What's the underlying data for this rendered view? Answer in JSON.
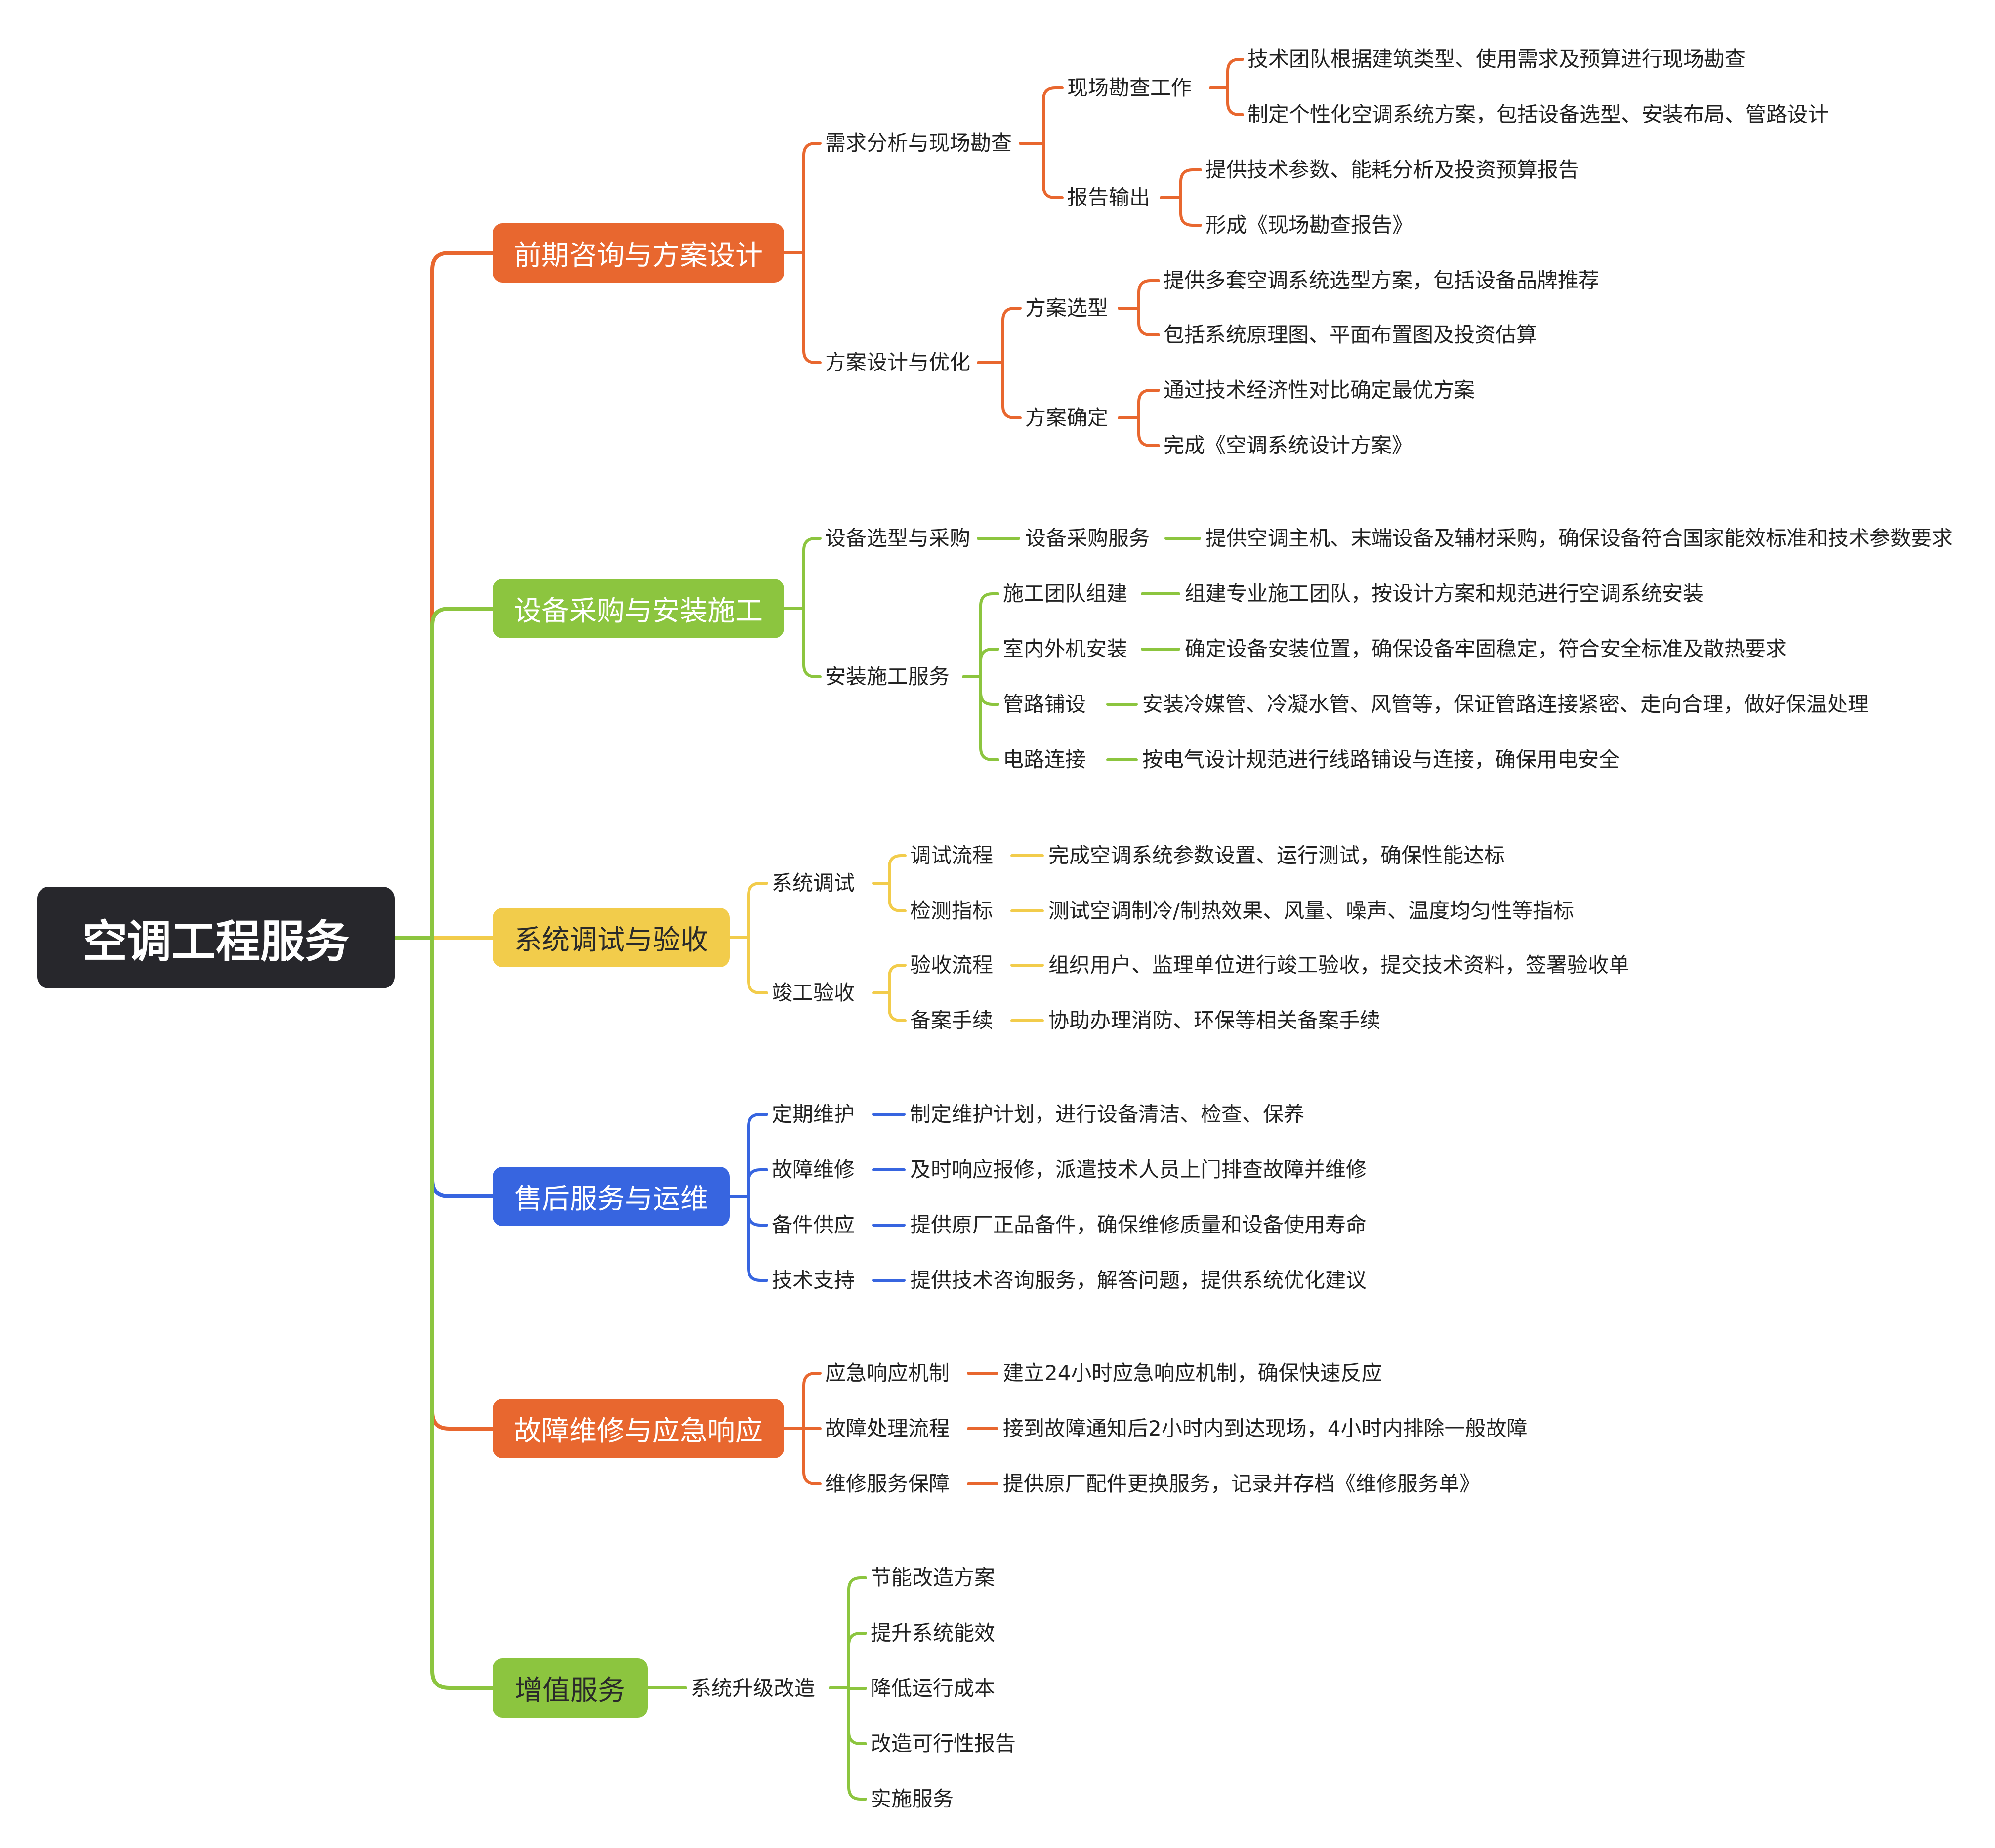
{
  "root": {
    "label": "空调工程服务",
    "color": "#27272c"
  },
  "colors": {
    "orange": "#e8672f",
    "green": "#8cc53f",
    "yellow": "#f2cc4b",
    "blue": "#3765e0"
  },
  "branches": [
    {
      "label": "前期咨询与方案设计",
      "color": "#e8672f",
      "children": [
        {
          "label": "需求分析与现场勘查",
          "children": [
            {
              "label": "现场勘查工作",
              "children": [
                "技术团队根据建筑类型、使用需求及预算进行现场勘查",
                "制定个性化空调系统方案，包括设备选型、安装布局、管路设计"
              ]
            },
            {
              "label": "报告输出",
              "children": [
                "提供技术参数、能耗分析及投资预算报告",
                "形成《现场勘查报告》"
              ]
            }
          ]
        },
        {
          "label": "方案设计与优化",
          "children": [
            {
              "label": "方案选型",
              "children": [
                "提供多套空调系统选型方案，包括设备品牌推荐",
                "包括系统原理图、平面布置图及投资估算"
              ]
            },
            {
              "label": "方案确定",
              "children": [
                "通过技术经济性对比确定最优方案",
                "完成《空调系统设计方案》"
              ]
            }
          ]
        }
      ]
    },
    {
      "label": "设备采购与安装施工",
      "color": "#8cc53f",
      "children": [
        {
          "label": "设备选型与采购",
          "children": [
            {
              "label": "设备采购服务",
              "children": [
                "提供空调主机、末端设备及辅材采购，确保设备符合国家能效标准和技术参数要求"
              ]
            }
          ]
        },
        {
          "label": "安装施工服务",
          "children": [
            {
              "label": "施工团队组建",
              "children": [
                "组建专业施工团队，按设计方案和规范进行空调系统安装"
              ]
            },
            {
              "label": "室内外机安装",
              "children": [
                "确定设备安装位置，确保设备牢固稳定，符合安全标准及散热要求"
              ]
            },
            {
              "label": "管路铺设",
              "children": [
                "安装冷媒管、冷凝水管、风管等，保证管路连接紧密、走向合理，做好保温处理"
              ]
            },
            {
              "label": "电路连接",
              "children": [
                "按电气设计规范进行线路铺设与连接，确保用电安全"
              ]
            }
          ]
        }
      ]
    },
    {
      "label": "系统调试与验收",
      "color": "#f2cc4b",
      "children": [
        {
          "label": "系统调试",
          "children": [
            {
              "label": "调试流程",
              "children": [
                "完成空调系统参数设置、运行测试，确保性能达标"
              ]
            },
            {
              "label": "检测指标",
              "children": [
                "测试空调制冷/制热效果、风量、噪声、温度均匀性等指标"
              ]
            }
          ]
        },
        {
          "label": "竣工验收",
          "children": [
            {
              "label": "验收流程",
              "children": [
                "组织用户、监理单位进行竣工验收，提交技术资料，签署验收单"
              ]
            },
            {
              "label": "备案手续",
              "children": [
                "协助办理消防、环保等相关备案手续"
              ]
            }
          ]
        }
      ]
    },
    {
      "label": "售后服务与运维",
      "color": "#3765e0",
      "children": [
        {
          "label": "定期维护",
          "children": [
            {
              "label": "制定维护计划，进行设备清洁、检查、保养"
            }
          ]
        },
        {
          "label": "故障维修",
          "children": [
            {
              "label": "及时响应报修，派遣技术人员上门排查故障并维修"
            }
          ]
        },
        {
          "label": "备件供应",
          "children": [
            {
              "label": "提供原厂正品备件，确保维修质量和设备使用寿命"
            }
          ]
        },
        {
          "label": "技术支持",
          "children": [
            {
              "label": "提供技术咨询服务，解答问题，提供系统优化建议"
            }
          ]
        }
      ]
    },
    {
      "label": "故障维修与应急响应",
      "color": "#e8672f",
      "children": [
        {
          "label": "应急响应机制",
          "children": [
            {
              "label": "建立24小时应急响应机制，确保快速反应"
            }
          ]
        },
        {
          "label": "故障处理流程",
          "children": [
            {
              "label": "接到故障通知后2小时内到达现场，4小时内排除一般故障"
            }
          ]
        },
        {
          "label": "维修服务保障",
          "children": [
            {
              "label": "提供原厂配件更换服务，记录并存档《维修服务单》"
            }
          ]
        }
      ]
    },
    {
      "label": "增值服务",
      "color": "#8cc53f",
      "children": [
        {
          "label": "系统升级改造",
          "children": [
            {
              "label": "节能改造方案"
            },
            {
              "label": "提升系统能效"
            },
            {
              "label": "降低运行成本"
            },
            {
              "label": "改造可行性报告"
            },
            {
              "label": "实施服务"
            }
          ]
        }
      ]
    }
  ]
}
